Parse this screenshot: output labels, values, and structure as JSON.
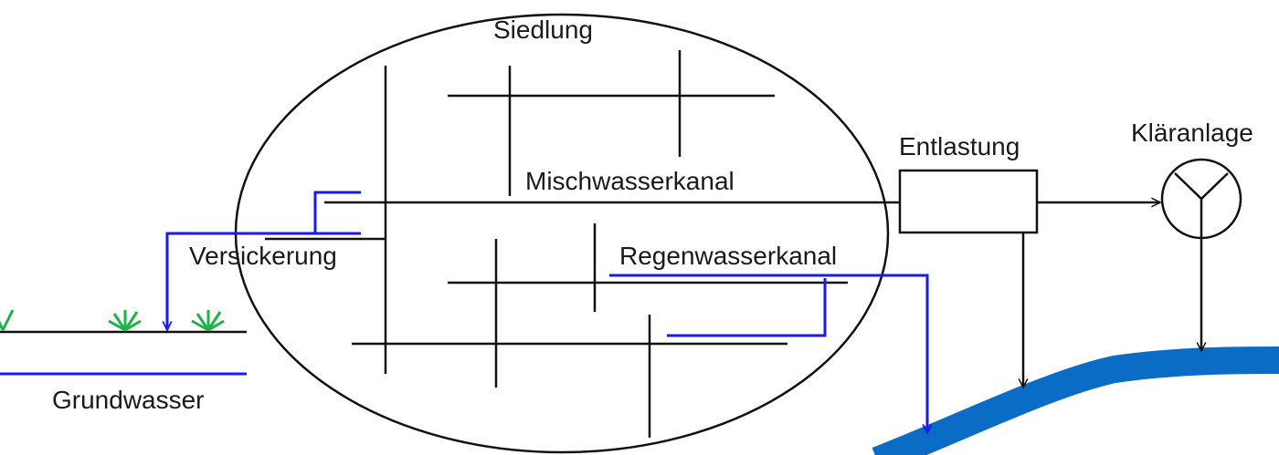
{
  "labels": {
    "settlement": "Siedlung",
    "combined_sewer": "Mischwasserkanal",
    "overflow": "Entlastung",
    "treatment_plant": "Kläranlage",
    "infiltration": "Versickerung",
    "storm_sewer": "Regenwasserkanal",
    "groundwater": "Grundwasser"
  },
  "colors": {
    "line": "#111111",
    "rainwater": "#1a1aee",
    "plants": "#1db34a",
    "river": "#0a6cc4"
  }
}
